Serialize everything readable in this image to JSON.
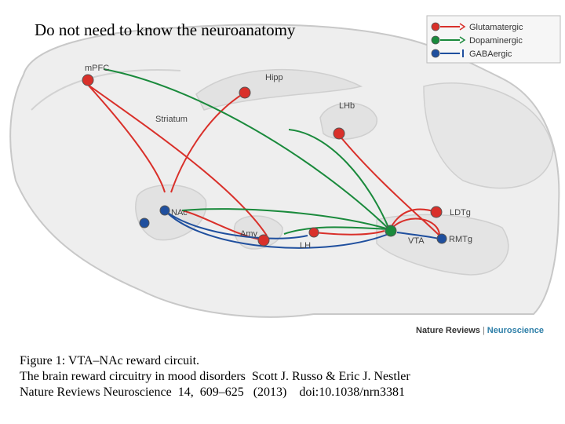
{
  "title": "Do not need to know the neuroanatomy",
  "legend": [
    {
      "label": "Glutamatergic",
      "color": "#d9302a"
    },
    {
      "label": "Dopaminergic",
      "color": "#1a8a3c"
    },
    {
      "label": "GABAergic",
      "color": "#1f4f9e"
    }
  ],
  "regions": {
    "mpfc": "mPFC",
    "hipp": "Hipp",
    "lhb": "LHb",
    "striatum": "Striatum",
    "nac": "NAc",
    "amy": "Amy",
    "lh": "LH",
    "vta": "VTA",
    "ldtg": "LDTg",
    "rmtg": "RMTg"
  },
  "credit": {
    "publisher": "Nature Reviews",
    "separator": "|",
    "journal": "Neuroscience"
  },
  "caption": [
    "Figure 1: VTA–NAc reward circuit.",
    "The brain reward circuitry in mood disorders  Scott J. Russo & Eric J. Nestler",
    "Nature Reviews Neuroscience  14,  609–625   (2013)    doi:10.1038/nrn3381"
  ]
}
